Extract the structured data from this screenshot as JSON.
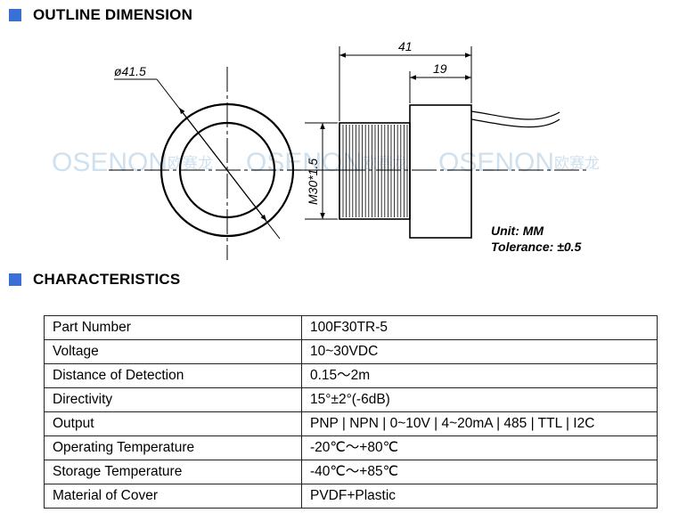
{
  "sections": {
    "outline_title": "OUTLINE DIMENSION",
    "characteristics_title": "CHARACTERISTICS"
  },
  "drawing": {
    "diameter_label": "ø41.5",
    "length_label": "41",
    "body_length_label": "19",
    "thread_label": "M30*1.5",
    "unit_label": "Unit: MM",
    "tolerance_label": "Tolerance: ±0.5",
    "watermark_text": "OSENON",
    "watermark_cn": "欧赛龙"
  },
  "colors": {
    "accent": "#3a6fd8",
    "watermark": "#cfe0ee"
  },
  "specs": [
    {
      "key": "Part Number",
      "value": "100F30TR-5"
    },
    {
      "key": "Voltage",
      "value": "10~30VDC"
    },
    {
      "key": "Distance of Detection",
      "value": "0.15～2m"
    },
    {
      "key": "Directivity",
      "value": "15°±2°(-6dB)"
    },
    {
      "key": "Output",
      "value": "PNP | NPN | 0~10V | 4~20mA | 485 | TTL | I2C"
    },
    {
      "key": "Operating Temperature",
      "value": "-20℃～+80℃"
    },
    {
      "key": "Storage Temperature",
      "value": "-40℃～+85℃"
    },
    {
      "key": "Material of Cover",
      "value": "PVDF+Plastic"
    }
  ]
}
